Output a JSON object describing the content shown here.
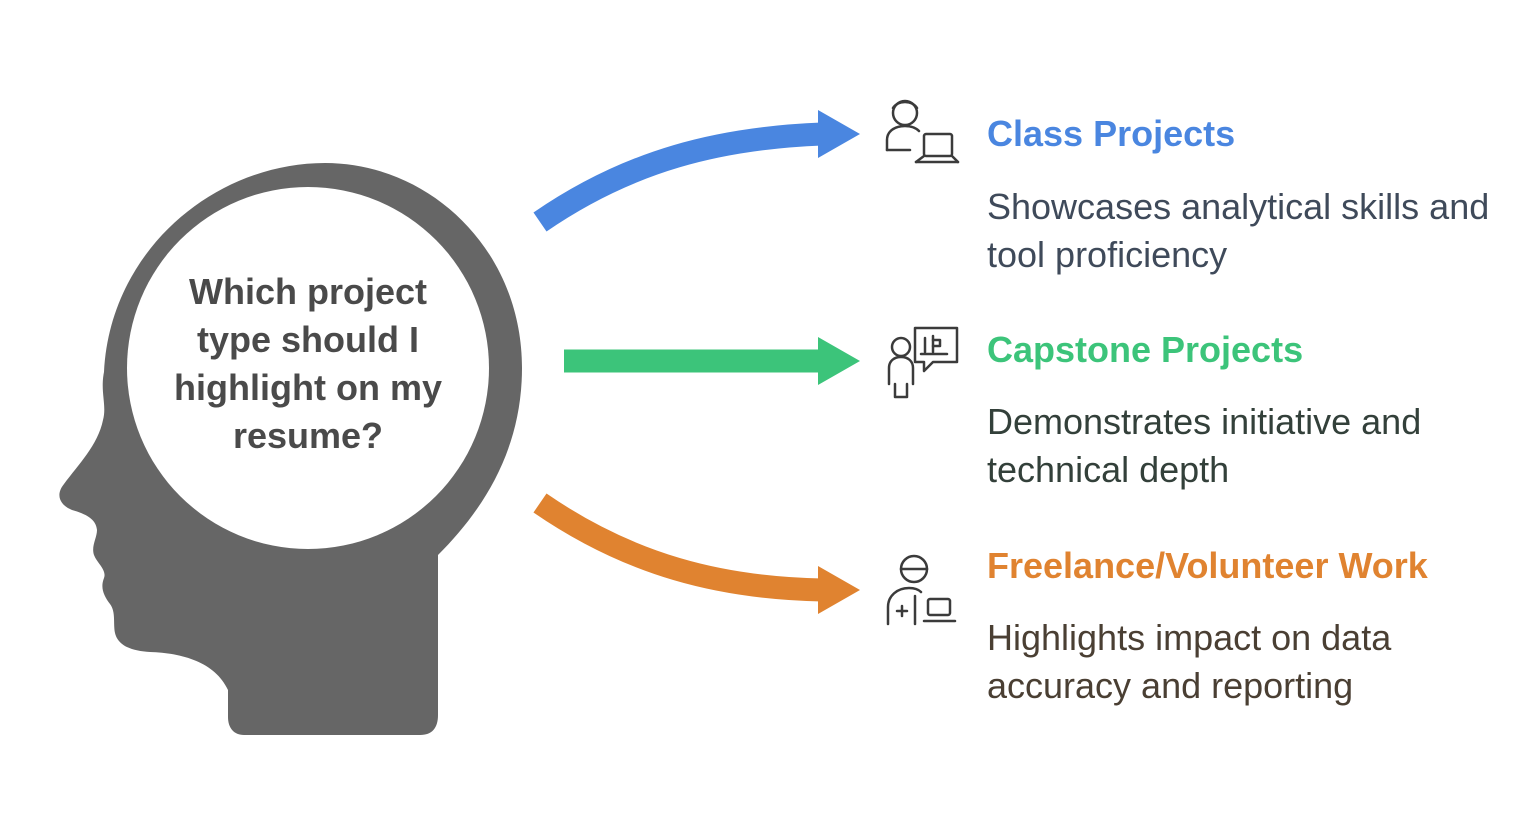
{
  "question": "Which project type should I highlight on my resume?",
  "colors": {
    "head": "#666666",
    "question_text": "#4a4a4a",
    "icon_stroke": "#3b3b3b"
  },
  "options": [
    {
      "title": "Class Projects",
      "description": "Showcases analytical skills and tool proficiency",
      "accent": "#4a86e0",
      "text_color": "#3f4a5a",
      "icon": "student-laptop-icon"
    },
    {
      "title": "Capstone Projects",
      "description": "Demonstrates initiative and technical depth",
      "accent": "#3cc47a",
      "text_color": "#33403a",
      "icon": "presenter-chart-icon"
    },
    {
      "title": "Freelance/Volunteer Work",
      "description": "Highlights impact on data accuracy and reporting",
      "accent": "#e08330",
      "text_color": "#4a3f33",
      "icon": "worker-laptop-icon"
    }
  ]
}
